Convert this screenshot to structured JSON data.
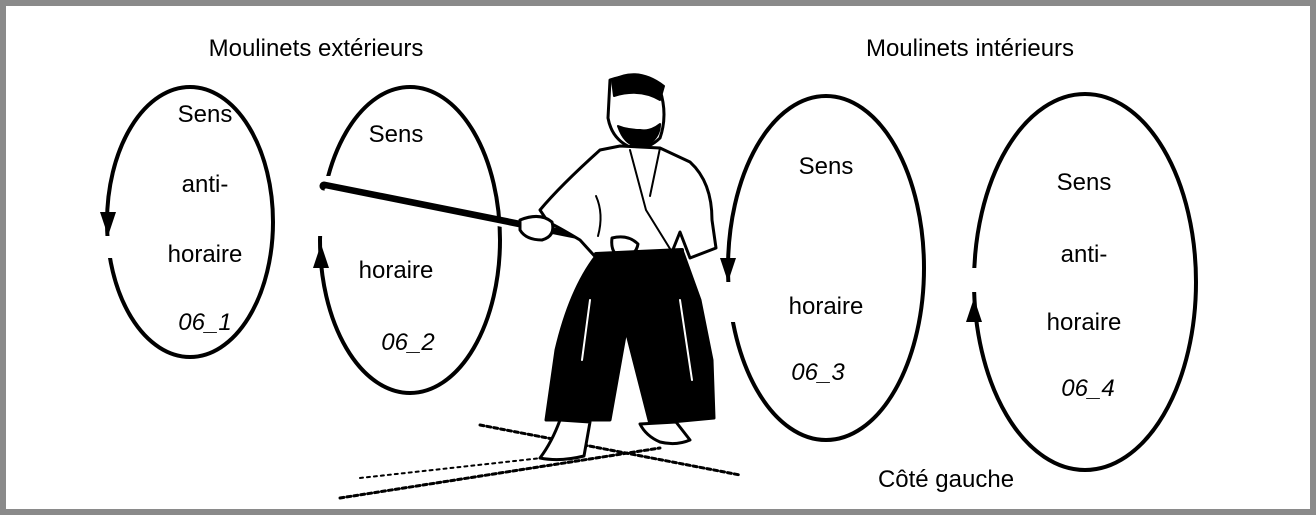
{
  "headers": {
    "outer": "Moulinets extérieurs",
    "inner": "Moulinets intérieurs"
  },
  "footer": "Côté gauche",
  "circles": [
    {
      "code": "06_1",
      "words": [
        "Sens",
        "anti-",
        "horaire"
      ],
      "direction": "counterclockwise"
    },
    {
      "code": "06_2",
      "words": [
        "Sens",
        "horaire"
      ],
      "direction": "clockwise"
    },
    {
      "code": "06_3",
      "words": [
        "Sens",
        "horaire"
      ],
      "direction": "clockwise"
    },
    {
      "code": "06_4",
      "words": [
        "Sens",
        "anti-",
        "horaire"
      ],
      "direction": "counterclockwise"
    }
  ],
  "figure": {
    "subject": "aikido-practitioner-with-jo",
    "icon": "person-with-staff-icon"
  },
  "colors": {
    "frame": "#8a8a8a",
    "ink": "#000000",
    "background": "#ffffff"
  }
}
